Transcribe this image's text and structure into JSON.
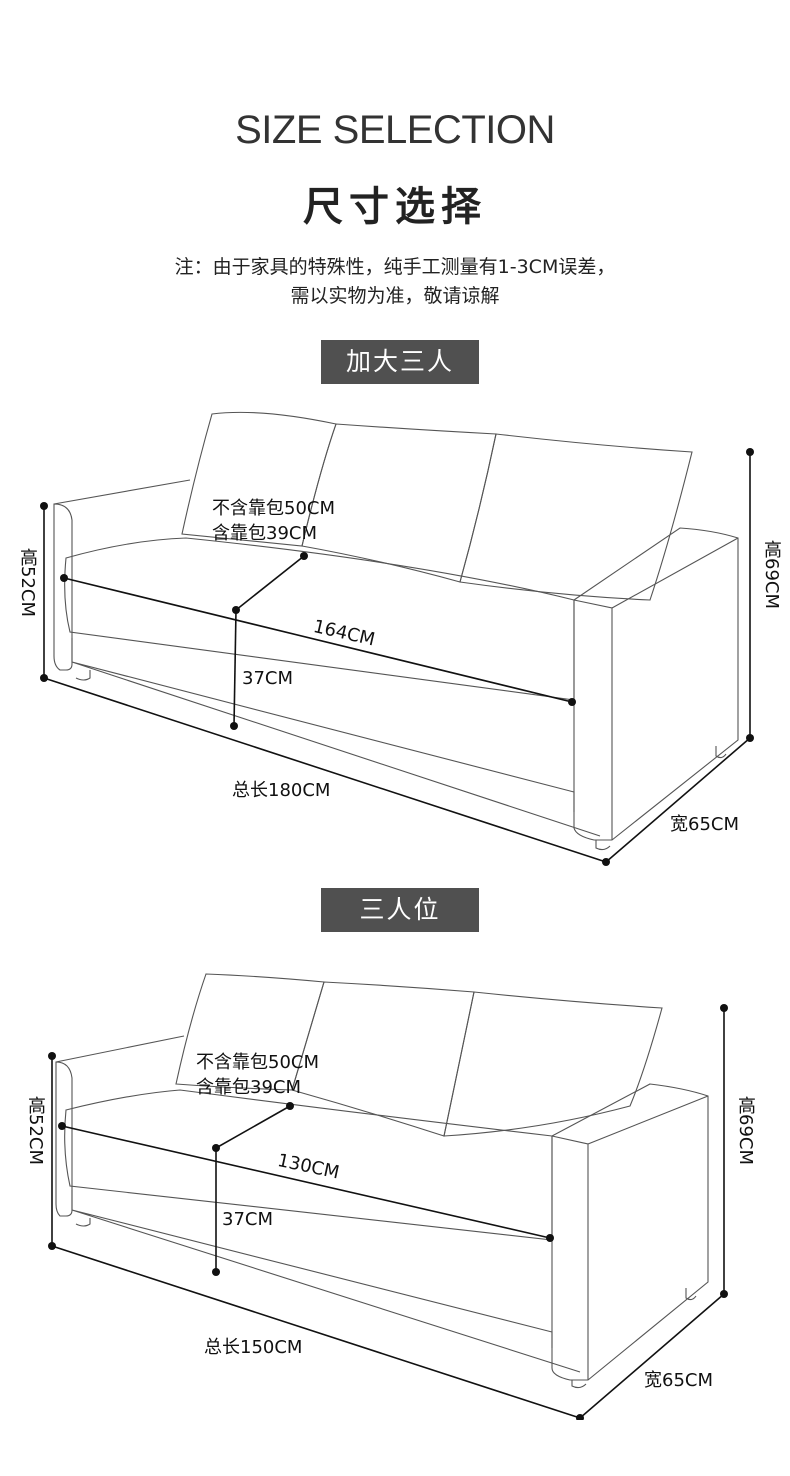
{
  "header": {
    "title_en": "SIZE SELECTION",
    "title_cn": "尺寸选择",
    "note_line1": "注：由于家具的特殊性，纯手工测量有1-3CM误差，",
    "note_line2": "需以实物为准，敬请谅解"
  },
  "sections": [
    {
      "label": "加大三人",
      "cushion_without": "不含靠包50CM",
      "cushion_with": "含靠包39CM",
      "seat_length": "164CM",
      "seat_height": "37CM",
      "arm_height": "高52CM",
      "total_height": "高69CM",
      "total_length": "总长180CM",
      "width": "宽65CM"
    },
    {
      "label": "三人位",
      "cushion_without": "不含靠包50CM",
      "cushion_with": "含靠包39CM",
      "seat_length": "130CM",
      "seat_height": "37CM",
      "arm_height": "高52CM",
      "total_height": "高69CM",
      "total_length": "总长150CM",
      "width": "宽65CM"
    }
  ]
}
